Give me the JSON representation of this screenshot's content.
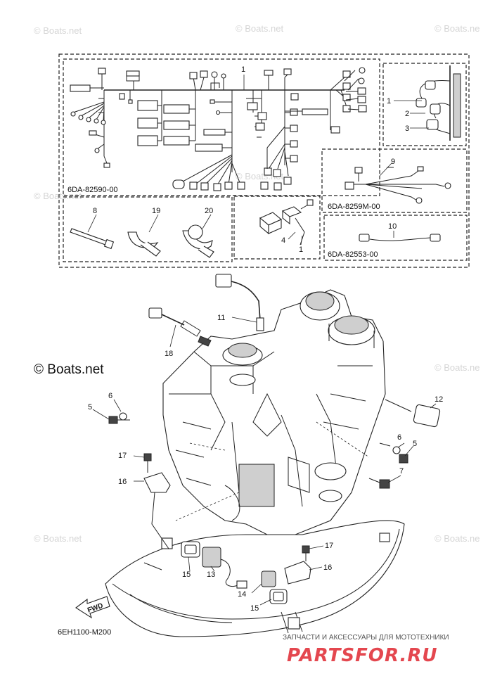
{
  "watermarks": {
    "top_left": "© Boats.net",
    "top_center": "© Boats.net",
    "top_right": "© Boats.ne",
    "mid_left": "© Boats.net",
    "mid_center": "© Boats.net",
    "mid_left_large": "© Boats.net",
    "mid_right": "© Boats.ne",
    "low_left": "© Boats.net",
    "low_right": "© Boats.ne"
  },
  "kit_codes": {
    "main_harness": "6DA-82590-00",
    "sub_harness": "6DA-8259M-00",
    "lead_wire": "6DA-82553-00"
  },
  "callouts": {
    "c1": "1",
    "c1b": "1",
    "c1c": "1",
    "c2": "2",
    "c3": "3",
    "c4": "4",
    "c5a": "5",
    "c5b": "5",
    "c6a": "6",
    "c6b": "6",
    "c7": "7",
    "c8": "8",
    "c9": "9",
    "c10": "10",
    "c11": "11",
    "c12": "12",
    "c13": "13",
    "c14": "14",
    "c15a": "15",
    "c15b": "15",
    "c16a": "16",
    "c16b": "16",
    "c17a": "17",
    "c17b": "17",
    "c18": "18",
    "c19": "19",
    "c20": "20"
  },
  "fwd_label": "FWD",
  "diagram_code": "6EH1100-M200",
  "brand": {
    "tagline": "ЗАПЧАСТИ И АКСЕССУАРЫ ДЛЯ МОТОТЕХНИКИ",
    "name": "PARTSFOR.RU",
    "color": "#e4474f"
  }
}
